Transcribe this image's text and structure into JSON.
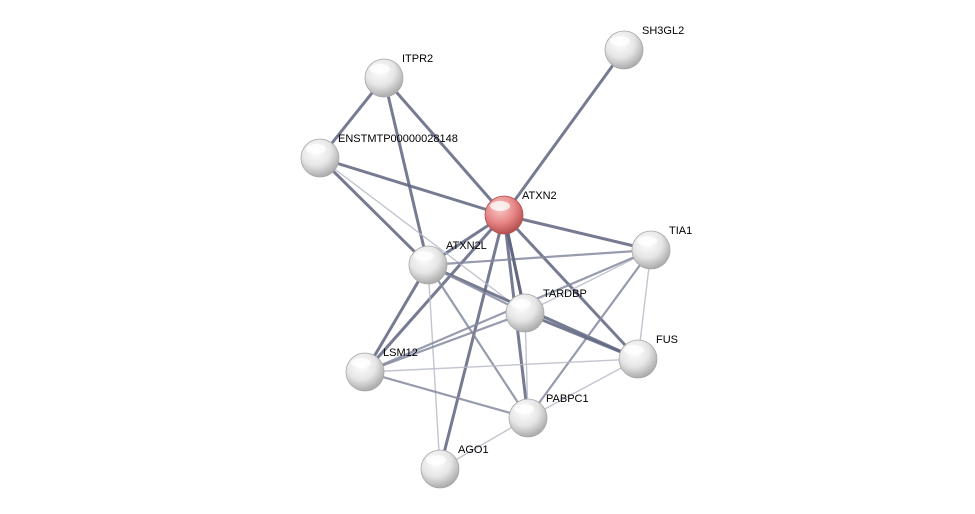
{
  "network": {
    "nodes": [
      {
        "id": "SH3GL2",
        "label": "SH3GL2",
        "query": false
      },
      {
        "id": "ITPR2",
        "label": "ITPR2",
        "query": false
      },
      {
        "id": "ENSTMTP00000028148",
        "label": "ENSTMTP00000028148",
        "query": false
      },
      {
        "id": "ATXN2",
        "label": "ATXN2",
        "query": true
      },
      {
        "id": "TIA1",
        "label": "TIA1",
        "query": false
      },
      {
        "id": "ATXN2L",
        "label": "ATXN2L",
        "query": false
      },
      {
        "id": "TARDBP",
        "label": "TARDBP",
        "query": false
      },
      {
        "id": "FUS",
        "label": "FUS",
        "query": false
      },
      {
        "id": "LSM12",
        "label": "LSM12",
        "query": false
      },
      {
        "id": "PABPC1",
        "label": "PABPC1",
        "query": false
      },
      {
        "id": "AGO1",
        "label": "AGO1",
        "query": false
      }
    ],
    "edges": [
      {
        "source": "ATXN2",
        "target": "SH3GL2",
        "weight": "strong"
      },
      {
        "source": "ATXN2",
        "target": "ITPR2",
        "weight": "strong"
      },
      {
        "source": "ATXN2",
        "target": "ENSTMTP00000028148",
        "weight": "strong"
      },
      {
        "source": "ATXN2",
        "target": "TIA1",
        "weight": "strong"
      },
      {
        "source": "ATXN2",
        "target": "ATXN2L",
        "weight": "strong"
      },
      {
        "source": "ATXN2",
        "target": "TARDBP",
        "weight": "strong"
      },
      {
        "source": "ATXN2",
        "target": "FUS",
        "weight": "strong"
      },
      {
        "source": "ATXN2",
        "target": "LSM12",
        "weight": "strong"
      },
      {
        "source": "ATXN2",
        "target": "PABPC1",
        "weight": "strong"
      },
      {
        "source": "ATXN2",
        "target": "AGO1",
        "weight": "strong"
      },
      {
        "source": "ITPR2",
        "target": "ENSTMTP00000028148",
        "weight": "strong"
      },
      {
        "source": "ITPR2",
        "target": "ATXN2L",
        "weight": "strong"
      },
      {
        "source": "ENSTMTP00000028148",
        "target": "ATXN2L",
        "weight": "strong"
      },
      {
        "source": "ENSTMTP00000028148",
        "target": "TARDBP",
        "weight": "weak"
      },
      {
        "source": "ATXN2L",
        "target": "LSM12",
        "weight": "strong"
      },
      {
        "source": "ATXN2L",
        "target": "TIA1",
        "weight": "medium"
      },
      {
        "source": "ATXN2L",
        "target": "FUS",
        "weight": "strong"
      },
      {
        "source": "ATXN2L",
        "target": "TARDBP",
        "weight": "medium"
      },
      {
        "source": "ATXN2L",
        "target": "PABPC1",
        "weight": "medium"
      },
      {
        "source": "ATXN2L",
        "target": "AGO1",
        "weight": "weak"
      },
      {
        "source": "TIA1",
        "target": "TARDBP",
        "weight": "weak"
      },
      {
        "source": "TIA1",
        "target": "FUS",
        "weight": "weak"
      },
      {
        "source": "TIA1",
        "target": "LSM12",
        "weight": "medium"
      },
      {
        "source": "TIA1",
        "target": "PABPC1",
        "weight": "medium"
      },
      {
        "source": "TARDBP",
        "target": "FUS",
        "weight": "strong"
      },
      {
        "source": "TARDBP",
        "target": "PABPC1",
        "weight": "weak"
      },
      {
        "source": "TARDBP",
        "target": "LSM12",
        "weight": "medium"
      },
      {
        "source": "FUS",
        "target": "PABPC1",
        "weight": "weak"
      },
      {
        "source": "FUS",
        "target": "LSM12",
        "weight": "weak"
      },
      {
        "source": "LSM12",
        "target": "PABPC1",
        "weight": "medium"
      },
      {
        "source": "PABPC1",
        "target": "AGO1",
        "weight": "weak"
      },
      {
        "source": "ATXN2",
        "target": "TARDBP",
        "weight": "strong"
      }
    ],
    "colors": {
      "edge_strong": "#5f6580",
      "edge_medium": "#858aa0",
      "edge_weak": "#b8bbc8",
      "node_fill": "#e6e6e6",
      "node_highlight": "#ffffff",
      "node_shadow": "#a8a8a8",
      "query_fill": "#e88787",
      "query_highlight": "#f7cccc",
      "query_shadow": "#b34d4d"
    }
  }
}
